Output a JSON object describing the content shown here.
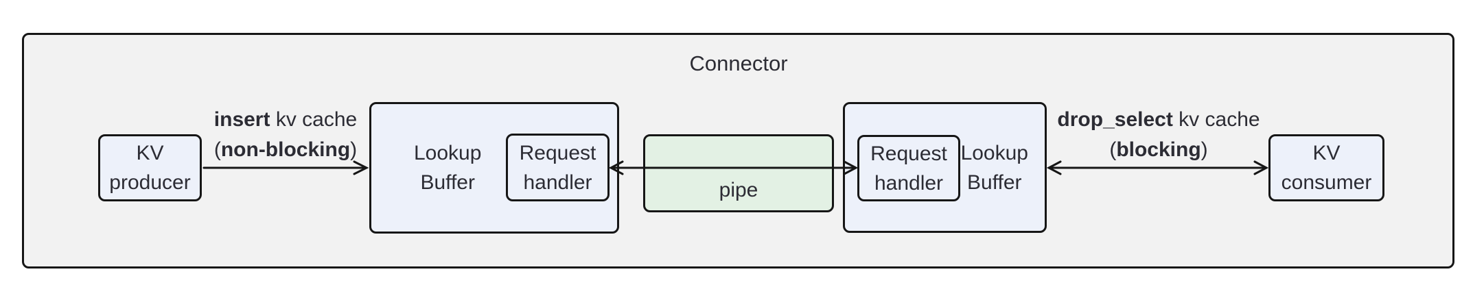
{
  "diagram": {
    "title": "Connector",
    "nodes": {
      "kv_producer": {
        "line1": "KV",
        "line2": "producer"
      },
      "kv_consumer": {
        "line1": "KV",
        "line2": "consumer"
      },
      "lookup_buffer_left": {
        "line1": "Lookup",
        "line2": "Buffer"
      },
      "lookup_buffer_right": {
        "line1": "Lookup",
        "line2": "Buffer"
      },
      "request_handler_left": {
        "line1": "Request",
        "line2": "handler"
      },
      "request_handler_right": {
        "line1": "Request",
        "line2": "handler"
      },
      "pipe": {
        "label": "pipe"
      }
    },
    "edges": {
      "insert": {
        "keyword": "insert",
        "rest": " kv cache",
        "open_paren": "(",
        "mode": "non-blocking",
        "close_paren": ")"
      },
      "drop_select": {
        "keyword": "drop_select",
        "rest": " kv cache",
        "open_paren": "(",
        "mode": "blocking",
        "close_paren": ")"
      }
    },
    "colors": {
      "container_fill": "#F2F2F2",
      "node_fill": "#EDF1FA",
      "pipe_fill": "#E3F1E4",
      "border": "#161616",
      "text": "#2C2C34"
    }
  }
}
